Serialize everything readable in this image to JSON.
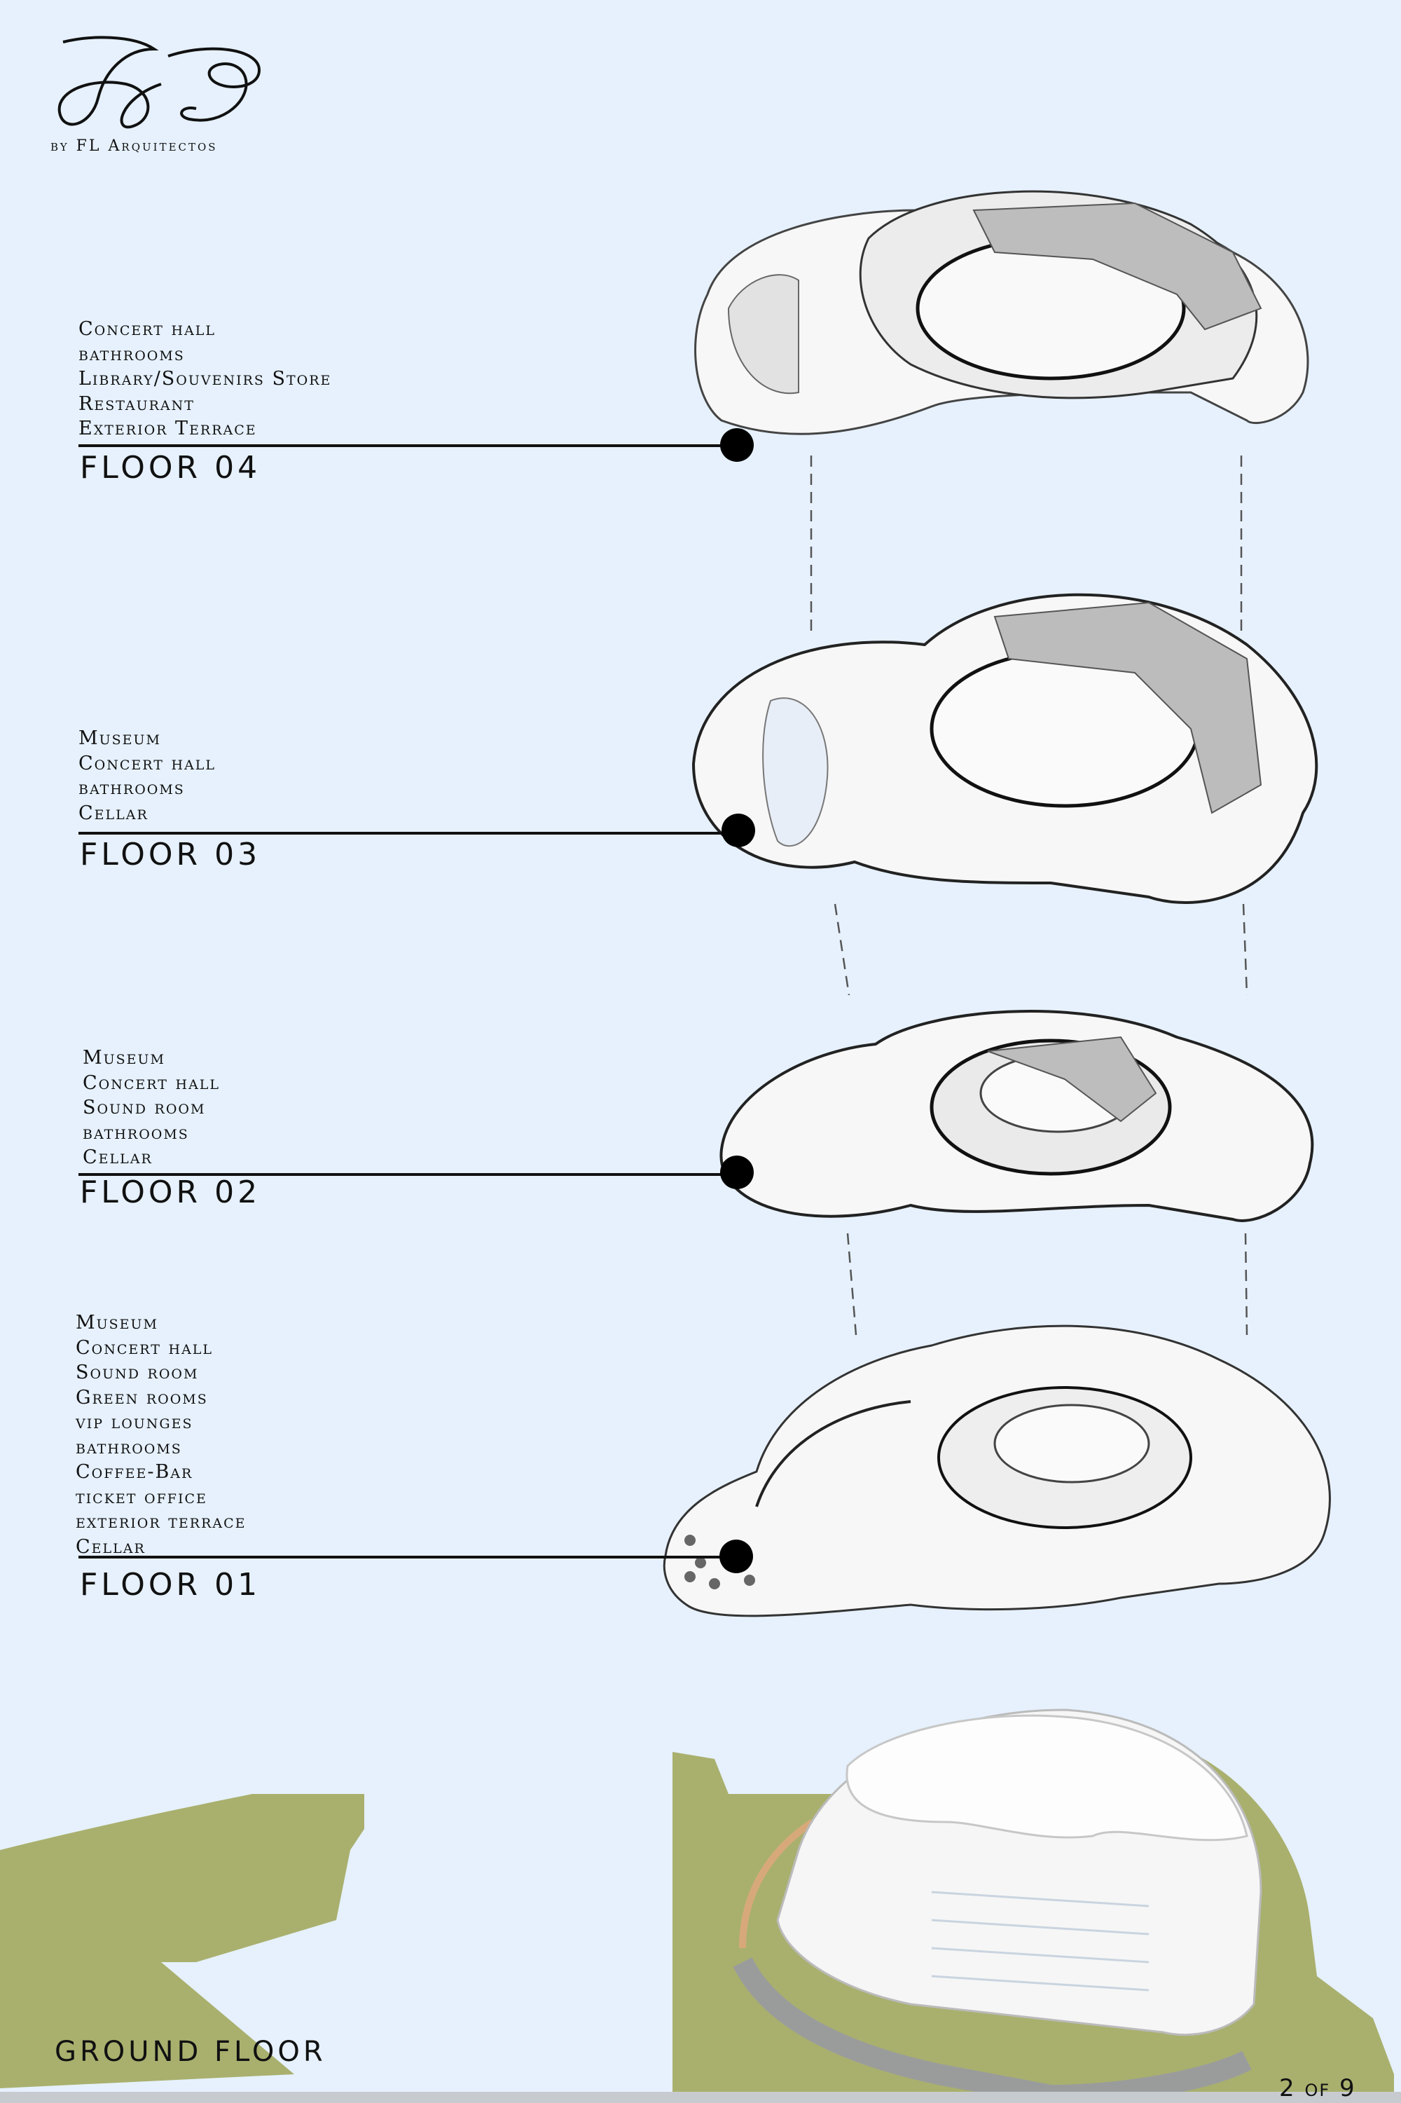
{
  "logo": {
    "icon": "monogram-logo-icon",
    "byline": "by FL Arquitectos"
  },
  "floors": [
    {
      "title": "FLOOR 04",
      "rooms": [
        "Concert hall",
        "bathrooms",
        "Library/Souvenirs Store",
        "Restaurant",
        "Exterior Terrace"
      ]
    },
    {
      "title": "FLOOR 03",
      "rooms": [
        "Museum",
        "Concert hall",
        "bathrooms",
        "Cellar"
      ]
    },
    {
      "title": "FLOOR 02",
      "rooms": [
        "Museum",
        "Concert hall",
        "Sound room",
        "bathrooms",
        "Cellar"
      ]
    },
    {
      "title": "FLOOR 01",
      "rooms": [
        "Museum",
        "Concert hall",
        "Sound room",
        "Green rooms",
        "vip lounges",
        "bathrooms",
        "Coffee-Bar",
        "ticket office",
        "exterior terrace",
        "Cellar"
      ]
    }
  ],
  "ground": {
    "title": "GROUND FLOOR"
  },
  "page_indicator": "2 of 9",
  "colors": {
    "background": "#e6f1fd",
    "terrain": "#a9b06e",
    "building": "#f6f6f6",
    "line": "#111111"
  }
}
